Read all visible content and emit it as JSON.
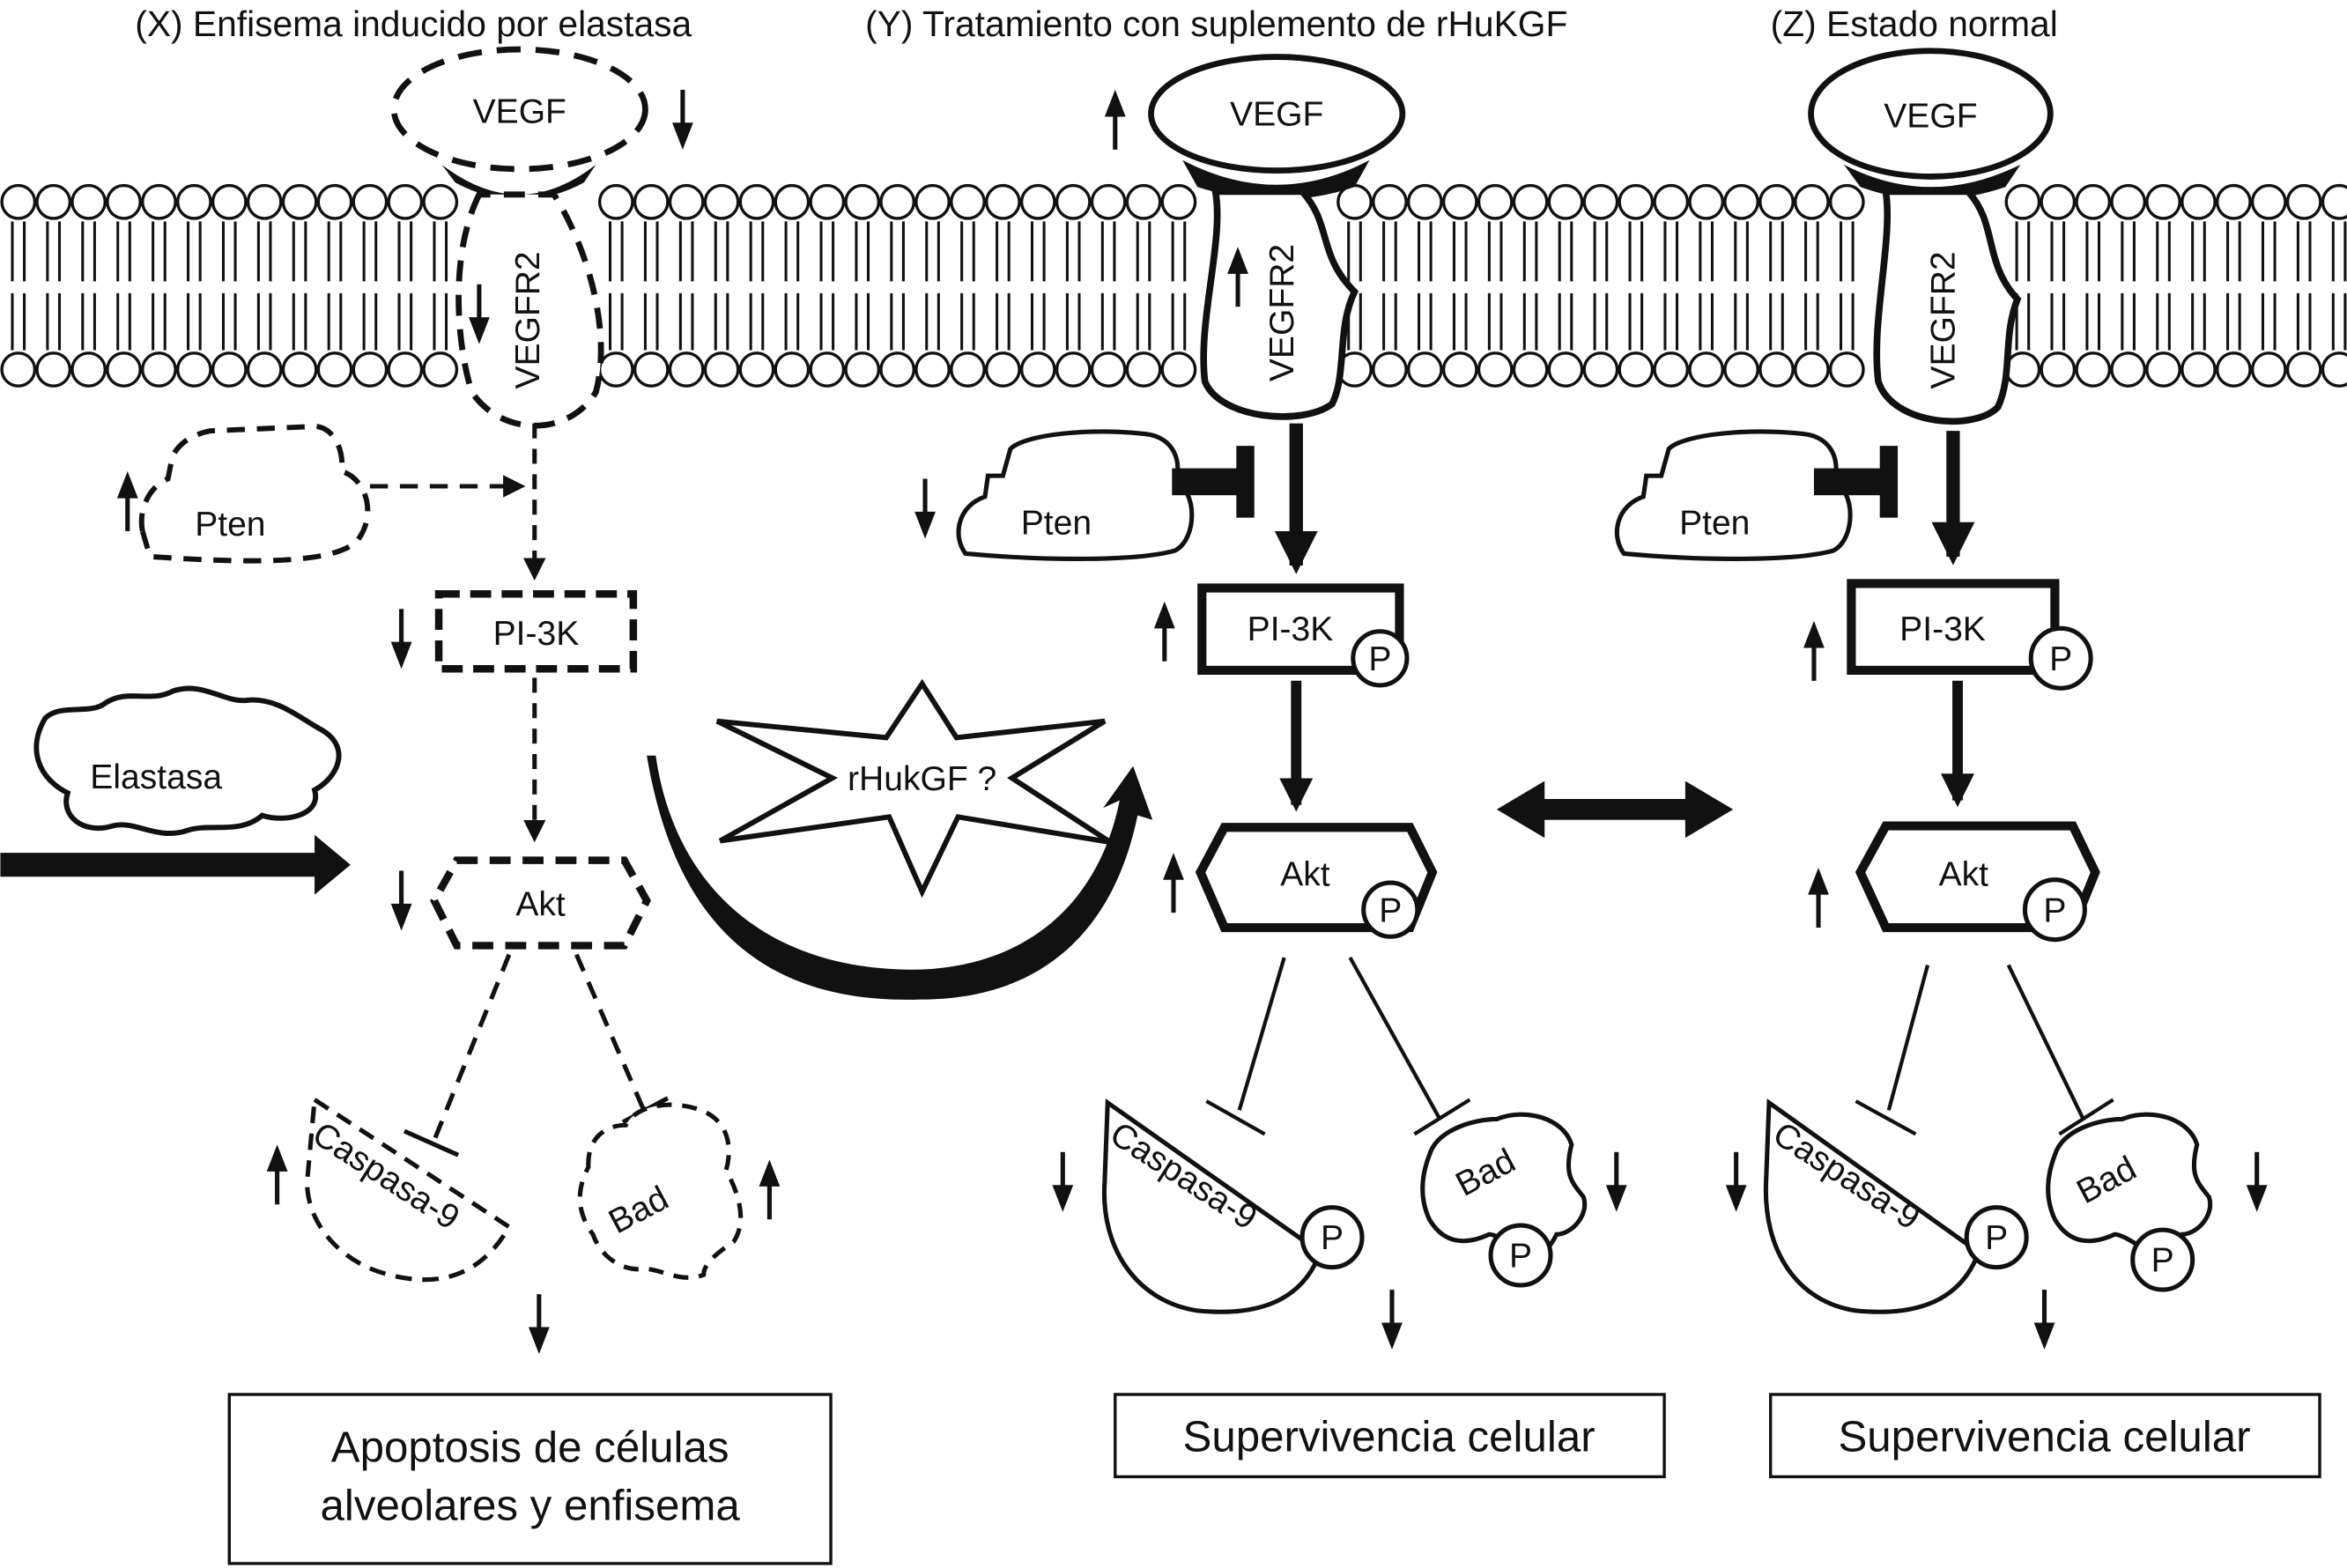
{
  "panels": {
    "x": {
      "title": "(X) Enfisema inducido por elastasa",
      "vegf": "VEGF",
      "receptor": "VEGFR2",
      "pten": "Pten",
      "pi3k": "PI-3K",
      "akt": "Akt",
      "caspase": "Caspasa-9",
      "bad": "Bad",
      "elastase": "Elastasa",
      "outcome_line1": "Apoptosis de células",
      "outcome_line2": "alveolares y enfisema",
      "style": "dashed (reduced)"
    },
    "y": {
      "title": "(Y) Tratamiento con suplemento de rHuKGF",
      "vegf": "VEGF",
      "receptor": "VEGFR2",
      "pten": "Pten",
      "pi3k": "PI-3K",
      "akt": "Akt",
      "caspase": "Caspasa-9",
      "bad": "Bad",
      "phospho": "P",
      "treatment": "rHukGF ?",
      "outcome": "Supervivencia celular"
    },
    "z": {
      "title": "(Z) Estado normal",
      "vegf": "VEGF",
      "receptor": "VEGFR2",
      "pten": "Pten",
      "pi3k": "PI-3K",
      "akt": "Akt",
      "caspase": "Caspasa-9",
      "bad": "Bad",
      "phospho": "P",
      "outcome": "Supervivencia celular"
    }
  },
  "regulation": {
    "x": {
      "vegf": "down",
      "vegfr2": "down",
      "pten": "up",
      "pi3k": "down",
      "akt": "down",
      "caspase": "up",
      "bad": "up",
      "outcome": "down"
    },
    "y": {
      "vegf": "up",
      "vegfr2": "up",
      "pten": "down",
      "pi3k": "up",
      "akt": "up",
      "caspase": "down",
      "bad": "down",
      "outcome": "down"
    },
    "z": {
      "pi3k": "up",
      "akt": "up",
      "caspase": "down",
      "bad": "down",
      "outcome": "down"
    }
  },
  "relation_yz": "equivalent (double-headed arrow)"
}
